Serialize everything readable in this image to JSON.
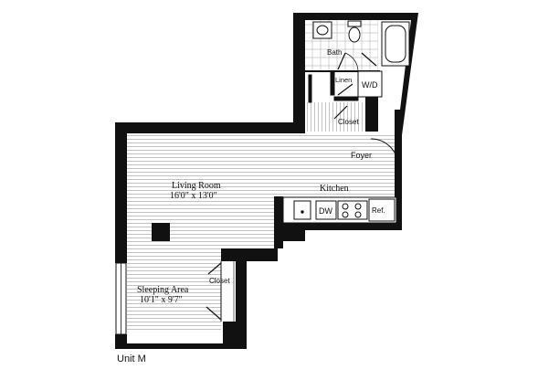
{
  "plan": {
    "unit_name": "Unit M",
    "rooms": {
      "bath": "Bath",
      "linen": "Linen",
      "wd": "W/D",
      "closet_top": "Closet",
      "foyer": "Foyer",
      "living_room": "Living Room",
      "living_room_dims": "16'0\" x 13'0\"",
      "kitchen": "Kitchen",
      "dw": "DW",
      "ref": "Ref.",
      "closet_bottom": "Closet",
      "sleeping_area": "Sleeping Area",
      "sleeping_area_dims": "10'1\" x 9'7\""
    }
  },
  "colors": {
    "wall": "#111111",
    "floor_lines": "#9a9a9a",
    "tile": "#b5b5b5",
    "background": "#ffffff"
  }
}
